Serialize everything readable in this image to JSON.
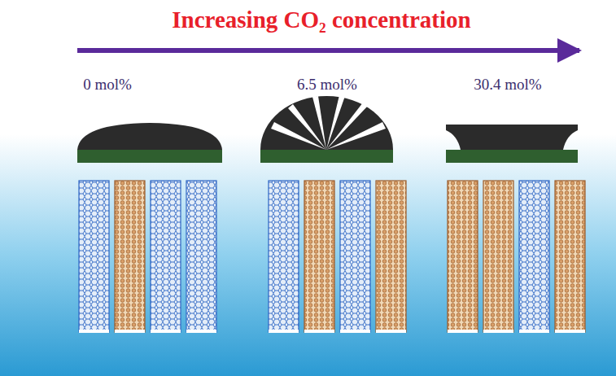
{
  "diagram": {
    "title": "Increasing CO₂ concentration",
    "labels": [
      "0 mol%",
      "6.5 mol%",
      "30.4 mol%"
    ]
  }
}
